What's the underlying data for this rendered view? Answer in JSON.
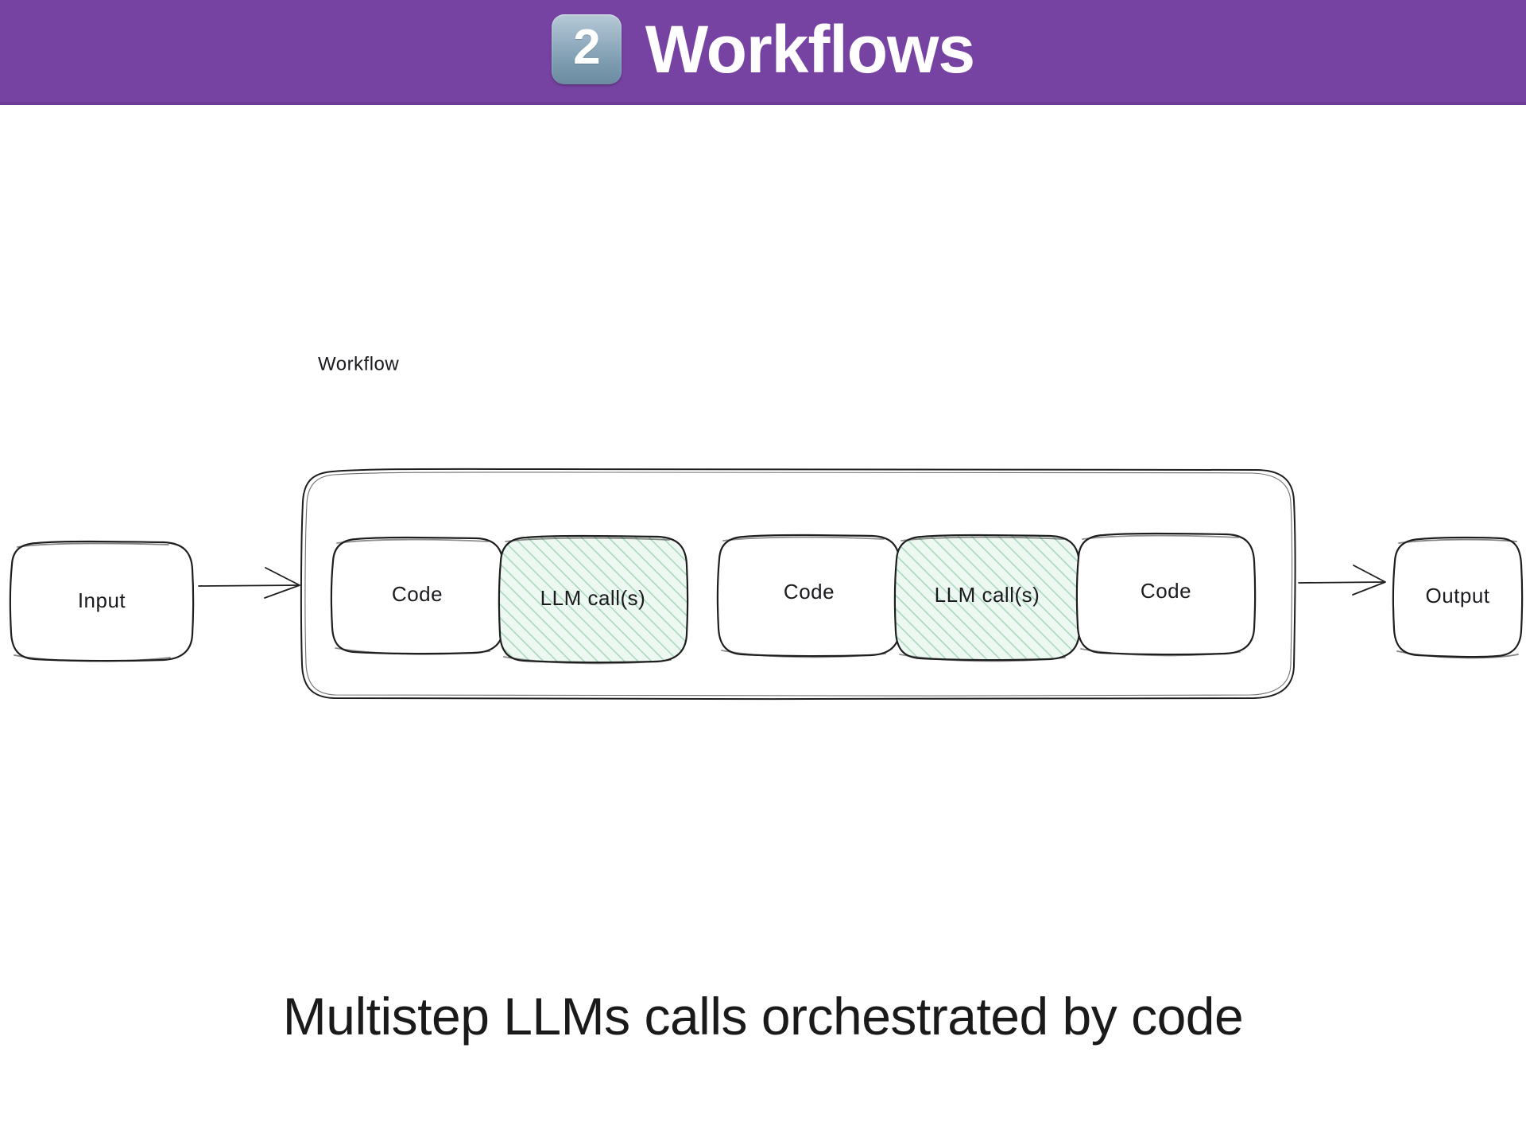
{
  "header": {
    "badge_icon": "keycap-two-icon",
    "badge_number": "2",
    "title": "Workflows",
    "band_color": "#7743A3",
    "title_color": "#FFFFFF"
  },
  "diagram": {
    "container_label": "Workflow",
    "input_node": {
      "label": "Input",
      "kind": "plain"
    },
    "output_node": {
      "label": "Output",
      "kind": "plain"
    },
    "steps": [
      {
        "label": "Code",
        "kind": "plain"
      },
      {
        "label": "LLM call(s)",
        "kind": "llm"
      },
      {
        "label": "Code",
        "kind": "plain"
      },
      {
        "label": "LLM call(s)",
        "kind": "llm"
      },
      {
        "label": "Code",
        "kind": "plain"
      }
    ],
    "arrows": [
      {
        "name": "input-to-workflow-arrow"
      },
      {
        "name": "workflow-to-output-arrow"
      }
    ],
    "colors": {
      "stroke": "#1E1E1E",
      "llm_fill": "#E9F6EE",
      "llm_hatch": "#9ED3B3",
      "plain_fill": "#FFFFFF"
    }
  },
  "caption": {
    "text": "Multistep LLMs calls orchestrated by code"
  }
}
